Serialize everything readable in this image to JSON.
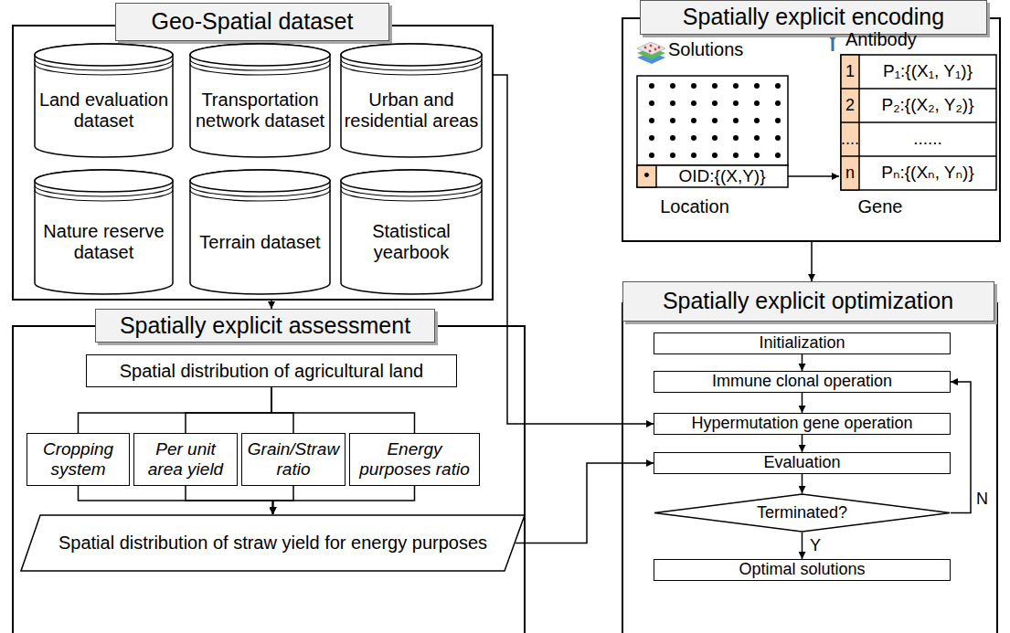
{
  "diagram": {
    "nodes": [
      {
        "text": [
          "Geo-Spatial dataset"
        ]
      },
      {
        "text": [
          "Land evaluation dataset"
        ],
        "in": 0
      },
      {
        "text": [
          "Transportation network dataset"
        ],
        "in": 0
      },
      {
        "text": [
          "Urban and residential areas"
        ],
        "in": 0
      },
      {
        "text": [
          "Nature reserve dataset"
        ],
        "in": 0
      },
      {
        "text": [
          "Terrain dataset"
        ],
        "in": 0
      },
      {
        "text": [
          "Statistical yearbook"
        ],
        "in": 0
      },
      {
        "text": [
          "Spatially explicit encoding"
        ]
      },
      {
        "text": [
          "Spatially explicit assessment"
        ]
      },
      {
        "text": [
          "Spatial distribution of agricultural land"
        ],
        "in": 8
      },
      {
        "text": [
          "Cropping system"
        ],
        "in": 8
      },
      {
        "text": [
          "Per unit area yield"
        ],
        "in": 8
      },
      {
        "text": [
          "Grain/Straw ratio"
        ],
        "in": 8
      },
      {
        "text": [
          "Energy purposes ratio"
        ],
        "in": 8
      },
      {
        "text": [
          "Spatial distribution of straw yield for energy purposes"
        ],
        "in": 8
      },
      {
        "text": [
          "Spatially explicit optimization"
        ]
      },
      {
        "text": [
          "Initialization"
        ],
        "in": 15
      },
      {
        "text": [
          "Immune clonal operation"
        ],
        "in": 15
      },
      {
        "text": [
          "Hypermutation gene operation"
        ],
        "in": 15
      },
      {
        "text": [
          "Evaluation"
        ],
        "in": 15
      },
      {
        "text": [
          "Terminated?"
        ],
        "in": 15
      },
      {
        "text": [
          "Optimal solutions"
        ],
        "in": 15
      }
    ],
    "edges": [
      {
        "from": 0,
        "to": 8,
        "arrow": "to"
      },
      {
        "from": 0,
        "to": 18,
        "arrow": "to"
      },
      {
        "from": 7,
        "to": 15,
        "arrow": "to"
      },
      {
        "from": 9,
        "to": 10,
        "arrow": "none"
      },
      {
        "from": 9,
        "to": 11,
        "arrow": "none"
      },
      {
        "from": 9,
        "to": 12,
        "arrow": "none"
      },
      {
        "from": 9,
        "to": 13,
        "arrow": "none"
      },
      {
        "from": 10,
        "to": 14,
        "arrow": "to"
      },
      {
        "from": 11,
        "to": 14,
        "arrow": "to"
      },
      {
        "from": 12,
        "to": 14,
        "arrow": "to"
      },
      {
        "from": 13,
        "to": 14,
        "arrow": "to"
      },
      {
        "from": 14,
        "to": 19,
        "arrow": "to"
      },
      {
        "from": 16,
        "to": 17,
        "arrow": "to"
      },
      {
        "from": 17,
        "to": 18,
        "arrow": "to"
      },
      {
        "from": 18,
        "to": 19,
        "arrow": "to"
      },
      {
        "from": 19,
        "to": 20,
        "arrow": "to"
      },
      {
        "from": 20,
        "to": 17,
        "label": "N",
        "arrow": "to"
      },
      {
        "from": 20,
        "to": 21,
        "label": "Y",
        "arrow": "to"
      }
    ],
    "labels": [
      "Solutions",
      "Antibody",
      "1",
      "P₁:{(X₁, Y₁)}",
      "2",
      "P₂:{(X₂, Y₂)}",
      "....",
      "......",
      "n",
      "Pₙ:{(Xₙ, Yₙ)}",
      "•",
      "OID:{(X,Y)}",
      "Location",
      "Gene"
    ]
  }
}
